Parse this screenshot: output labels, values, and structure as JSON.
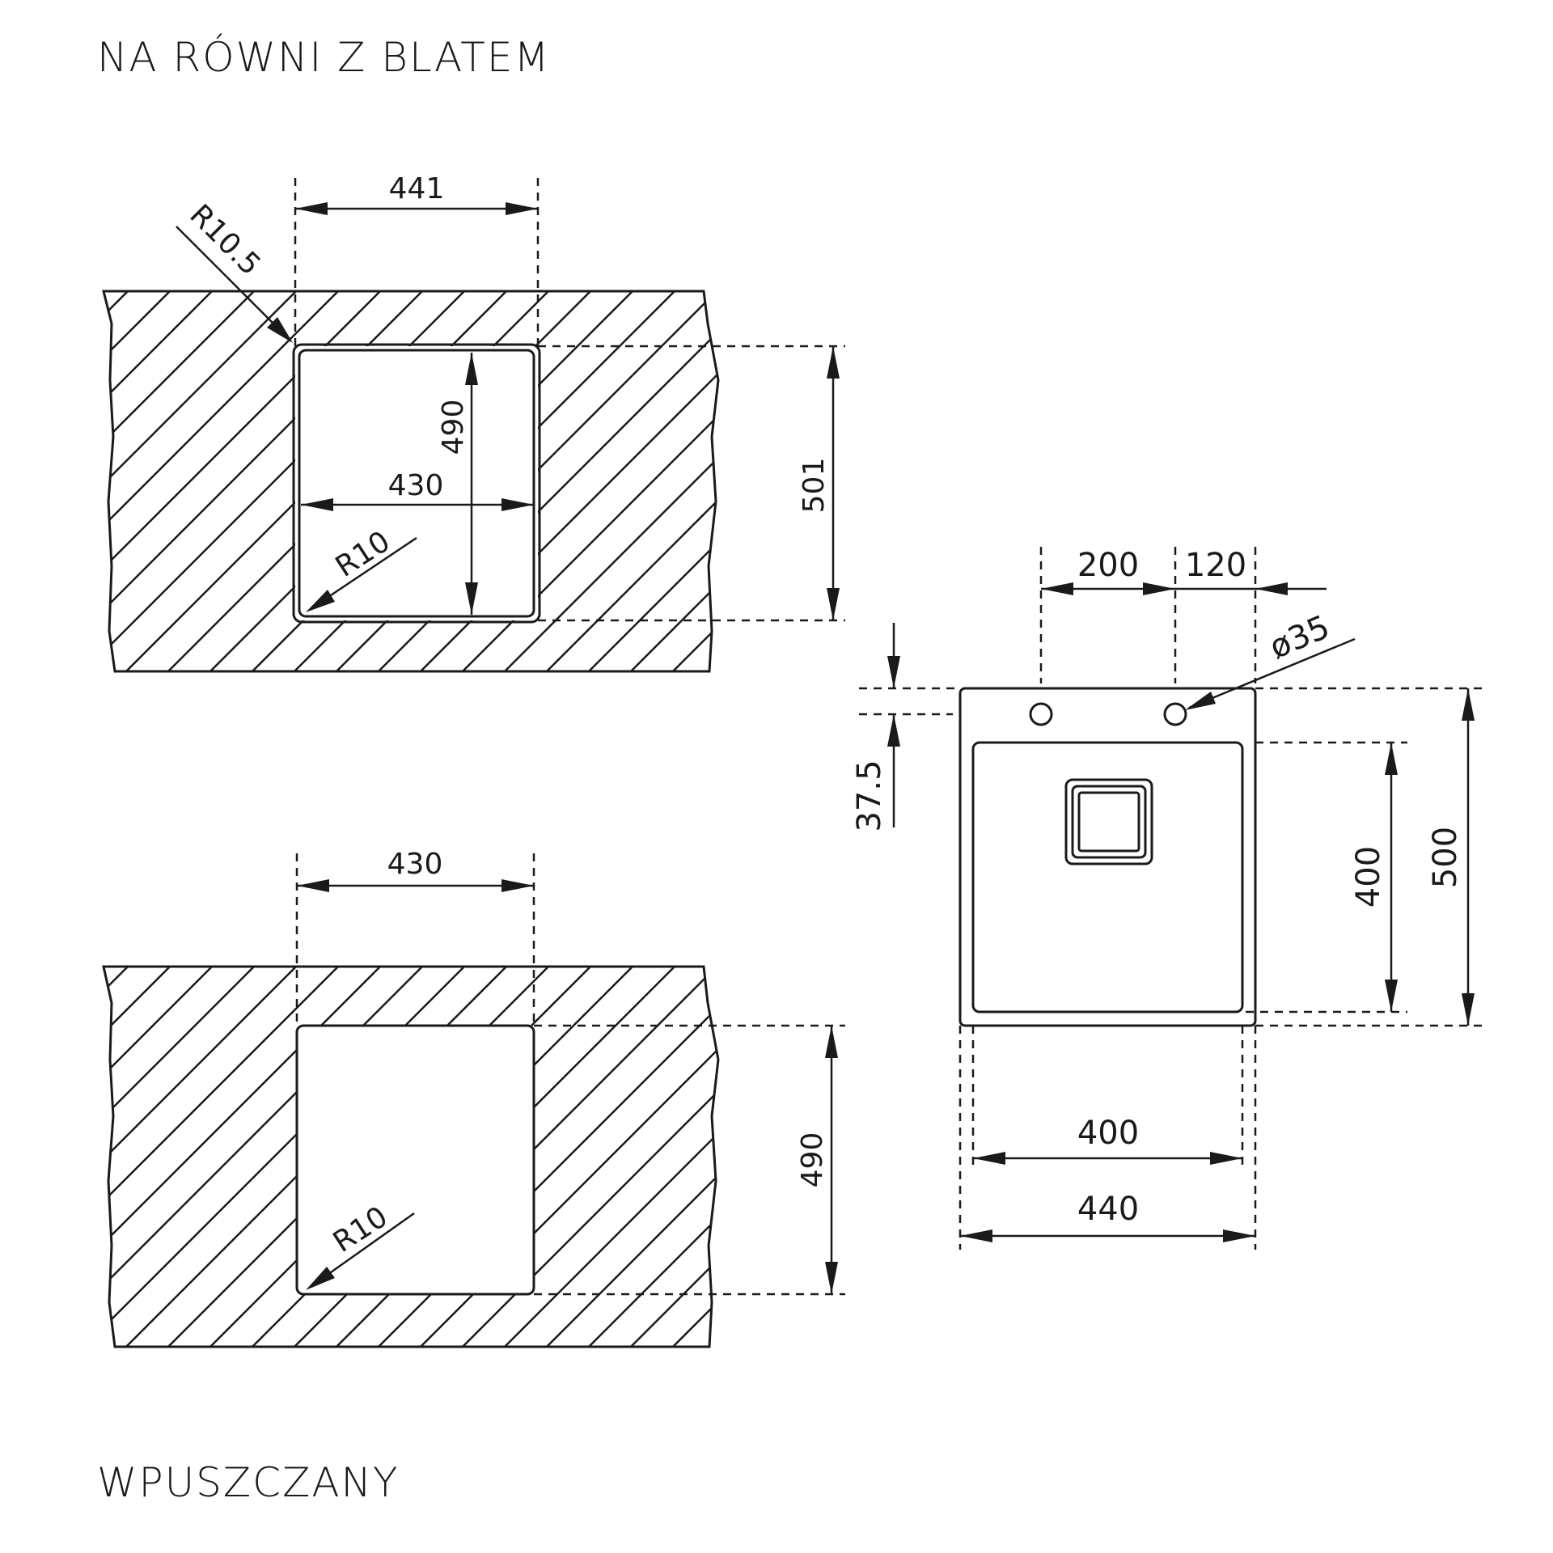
{
  "titles": {
    "top": "NA RÓWNI Z BLATEM",
    "bottom": "WPUSZCZANY"
  },
  "flush_mount": {
    "cutout_width": "441",
    "corner_radius_outer": "R10.5",
    "bowl_width": "430",
    "bowl_depth": "490",
    "corner_radius_inner": "R10",
    "cutout_depth": "501"
  },
  "undermount": {
    "cutout_width": "430",
    "corner_radius": "R10",
    "cutout_depth": "490"
  },
  "top_view": {
    "tap_hole_spacing": "200",
    "tap_hole_offset": "120",
    "tap_hole_diameter": "ø35",
    "tap_hole_edge_distance": "37.5",
    "bowl_depth": "400",
    "overall_depth": "500",
    "bowl_width": "400",
    "overall_width": "440"
  }
}
